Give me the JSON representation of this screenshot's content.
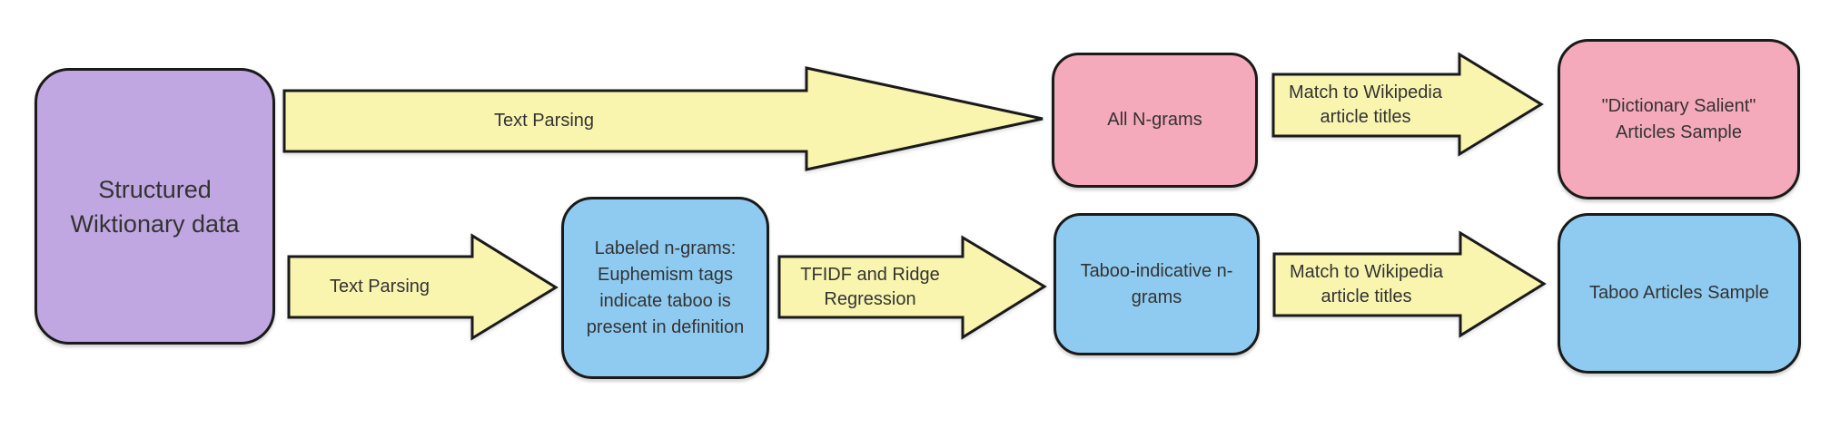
{
  "colors": {
    "purple": "#c1a7e2",
    "pink": "#f4aaba",
    "blue": "#8fcbf0",
    "yellow": "#f9f5af",
    "stroke": "#1a1a1a",
    "text": "#333333",
    "background": "#ffffff"
  },
  "nodes": {
    "source": {
      "label": "Structured\nWiktionary data"
    },
    "all_ngrams": {
      "label": "All N-grams"
    },
    "dictionary_salient": {
      "label": "\"Dictionary Salient\"\nArticles Sample"
    },
    "labeled_ngrams": {
      "label": "Labeled n-grams:\nEuphemism tags\nindicate taboo is\npresent in definition"
    },
    "taboo_ngrams": {
      "label": "Taboo-indicative n-\ngrams"
    },
    "taboo_articles": {
      "label": "Taboo Articles Sample"
    }
  },
  "arrows": {
    "text_parsing_top": {
      "label": "Text Parsing"
    },
    "match_wikipedia_top": {
      "label": "Match to Wikipedia\narticle titles"
    },
    "text_parsing_bottom": {
      "label": "Text Parsing"
    },
    "tfidf_ridge": {
      "label": "TFIDF and Ridge\nRegression"
    },
    "match_wikipedia_bottom": {
      "label": "Match to Wikipedia\narticle titles"
    }
  }
}
